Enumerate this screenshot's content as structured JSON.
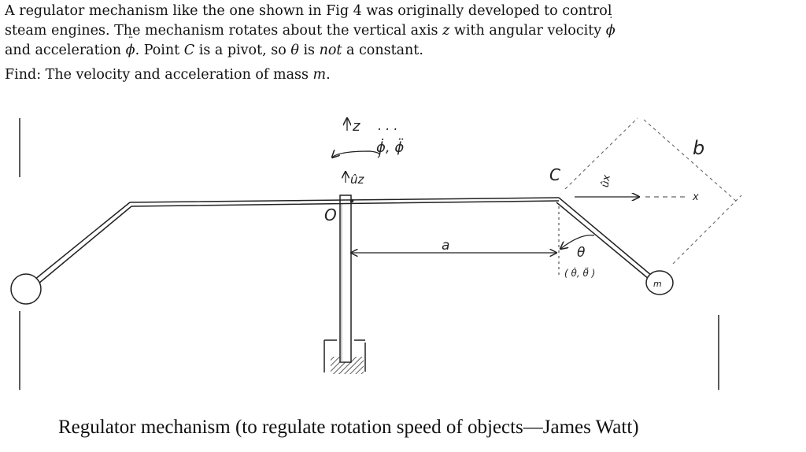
{
  "problem": {
    "line1": "A regulator mechanism like the one shown in Fig 4 was originally developed to control",
    "line2_a": "steam engines.  The mechanism rotates about the vertical axis ",
    "line2_z": "z",
    "line2_b": " with angular velocity ",
    "phi": "ϕ",
    "line3_a": "and acceleration ",
    "line3_b": ".  Point ",
    "C": "C",
    "line3_c": " is a pivot, so ",
    "theta": "θ",
    "line3_d": " is ",
    "not": "not",
    "line3_e": " a constant.",
    "find_a": "Find: The velocity and acceleration of mass ",
    "m": "m",
    "find_b": "."
  },
  "figure_labels": {
    "z_axis": "z",
    "phi_rates": "ϕ̇, ϕ̈",
    "z_unit": "ûz",
    "C": "C",
    "O": "O",
    "a": "a",
    "theta": "θ",
    "theta_rates": "( θ̇, θ̈ )",
    "ux": "ûx",
    "x": "x",
    "b": "b",
    "m": "m"
  },
  "caption": "Regulator mechanism (to regulate rotation speed of objects—James Watt)"
}
